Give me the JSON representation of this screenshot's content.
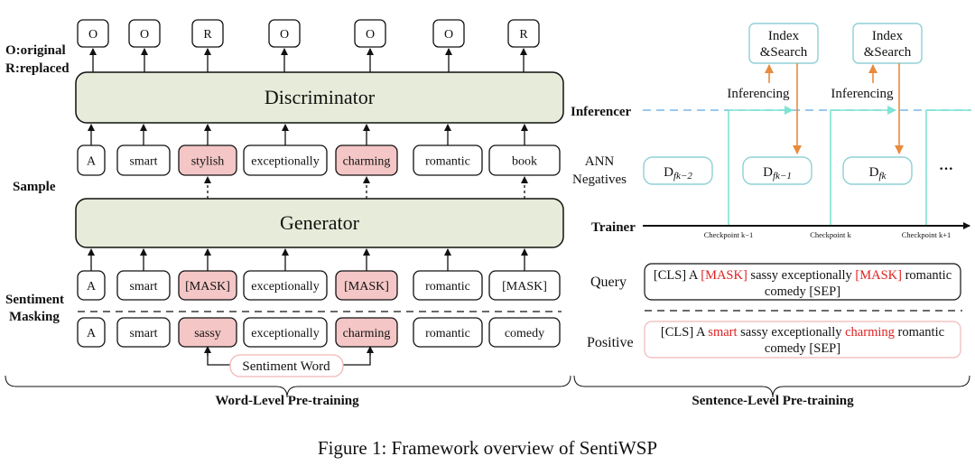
{
  "left_panel": {
    "output_labels": [
      "O",
      "O",
      "R",
      "O",
      "O",
      "O",
      "R"
    ],
    "output_legend": [
      "O:original",
      "R:replaced"
    ],
    "discriminator_label": "Discriminator",
    "generator_label": "Generator",
    "sample_label": "Sample",
    "sentiment_masking_label": [
      "Sentiment",
      "Masking"
    ],
    "sampled_tokens": [
      "A",
      "smart",
      "stylish",
      "exceptionally",
      "charming",
      "romantic",
      "book"
    ],
    "masked_tokens": [
      "A",
      "smart",
      "[MASK]",
      "exceptionally",
      "[MASK]",
      "romantic",
      "[MASK]"
    ],
    "original_tokens": [
      "A",
      "smart",
      "sassy",
      "exceptionally",
      "charming",
      "romantic",
      "comedy"
    ],
    "highlighted_indices": [
      2,
      4
    ],
    "sentiment_word_label": "Sentiment Word",
    "section_label": "Word-Level Pre-training"
  },
  "right_panel": {
    "index_search_label": [
      "Index",
      "&Search"
    ],
    "inferencing_label": "Inferencing",
    "inferencer_label": "Inferencer",
    "trainer_label": "Trainer",
    "ann_label": [
      "ANN",
      "Negatives"
    ],
    "negatives": [
      {
        "base": "D",
        "sub": "fk−2"
      },
      {
        "base": "D",
        "sub": "fk−1"
      },
      {
        "base": "D",
        "sub": "fk"
      }
    ],
    "ellipsis": "···",
    "checkpoints": [
      "Checkpoint k−1",
      "Checkpoint k",
      "Checkpoint k+1"
    ],
    "query_label": "Query",
    "query_line1": [
      {
        "text": "[CLS] A ",
        "red": false
      },
      {
        "text": "[MASK]",
        "red": true
      },
      {
        "text": " sassy exceptionally ",
        "red": false
      },
      {
        "text": "[MASK]",
        "red": true
      },
      {
        "text": " romantic",
        "red": false
      }
    ],
    "query_line2": "comedy [SEP]",
    "positive_label": "Positive",
    "positive_line1": [
      {
        "text": "[CLS] A ",
        "red": false
      },
      {
        "text": "smart",
        "red": true
      },
      {
        "text": " sassy exceptionally ",
        "red": false
      },
      {
        "text": "charming",
        "red": true
      },
      {
        "text": " romantic",
        "red": false
      }
    ],
    "positive_line2": "comedy [SEP]",
    "section_label": "Sentence-Level Pre-training"
  },
  "caption": "Figure 1: Framework overview of SentiWSP",
  "colors": {
    "module_fill": "#e6ecd9",
    "highlight_fill": "#f4c6c6",
    "teal": "#7fe3d3",
    "teal_border": "#8fd0d6",
    "orange": "#e98a3c",
    "dash_blue": "#79b6e8",
    "red_text": "#e02020",
    "positive_border": "#f1b8b8"
  }
}
